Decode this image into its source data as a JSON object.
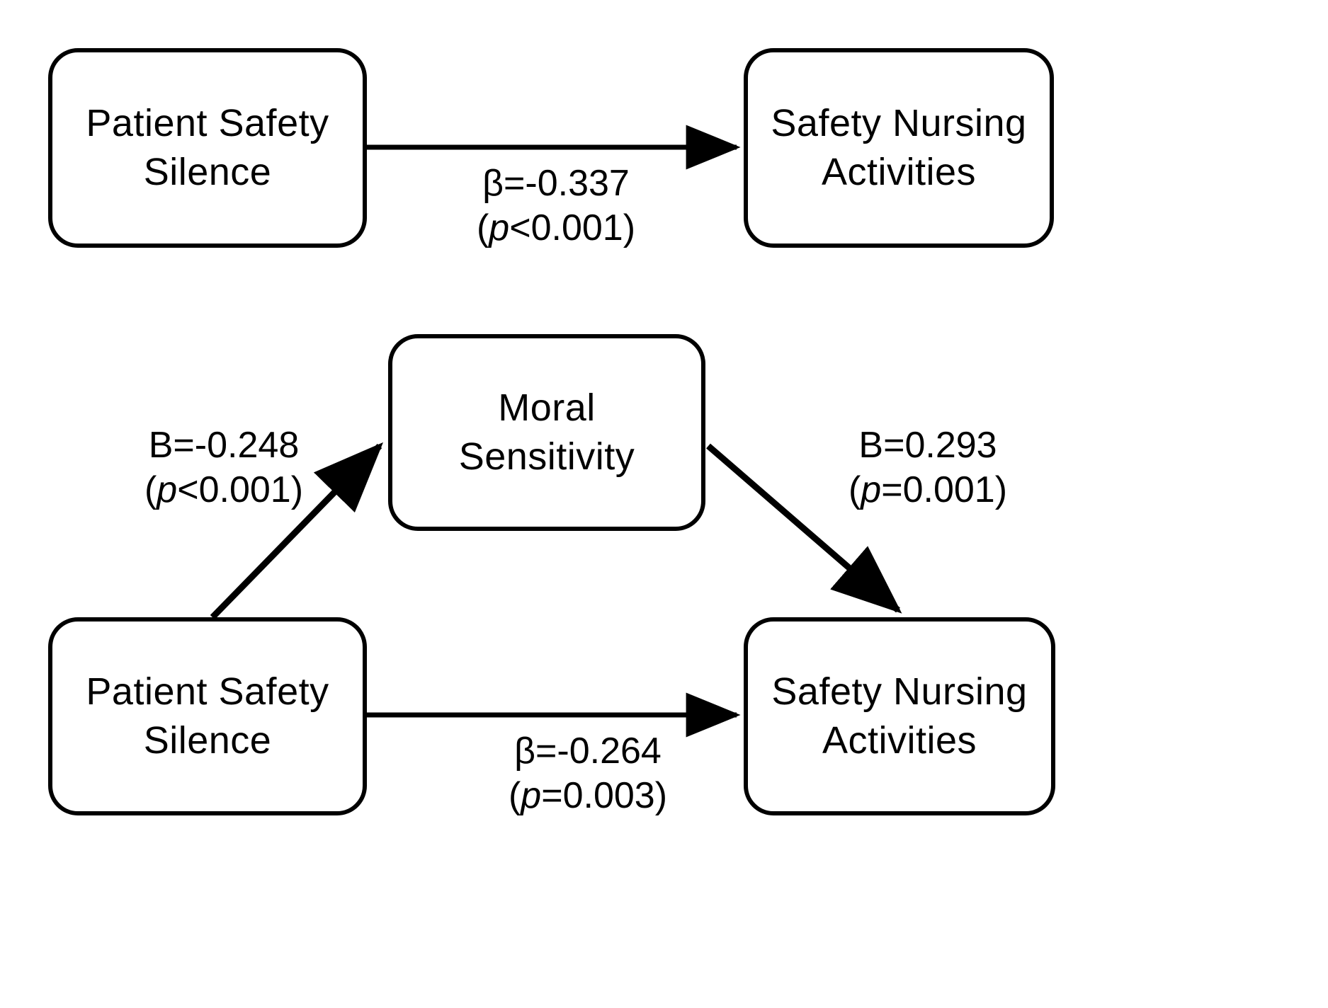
{
  "figure": {
    "type": "path-diagram",
    "description": "Two-panel structural path diagram: total effect model and mediation model"
  },
  "panels": {
    "top": {
      "nodes": {
        "predictor": {
          "label": "Patient Safety\nSilence",
          "line1": "Patient Safety",
          "line2": "Silence"
        },
        "outcome": {
          "label": "Safety Nursing\nActivities",
          "line1": "Safety Nursing",
          "line2": "Activities"
        }
      },
      "edge": {
        "from": "predictor",
        "to": "outcome",
        "coefficient_symbol": "β",
        "coefficient_text": "β=-0.337",
        "coefficient_value": -0.337,
        "p_prefix": "(",
        "p_italic": "p",
        "p_rest": "<0.001)",
        "p_text": "(p<0.001)",
        "arrow": "right"
      }
    },
    "bottom": {
      "nodes": {
        "mediator": {
          "label": "Moral\nSensitivity",
          "line1": "Moral",
          "line2": "Sensitivity"
        },
        "predictor": {
          "label": "Patient Safety\nSilence",
          "line1": "Patient Safety",
          "line2": "Silence"
        },
        "outcome": {
          "label": "Safety Nursing\nActivities",
          "line1": "Safety Nursing",
          "line2": "Activities"
        }
      },
      "edges": {
        "a_path": {
          "from": "predictor",
          "to": "mediator",
          "coefficient_symbol": "B",
          "coefficient_text": "B=-0.248",
          "coefficient_value": -0.248,
          "p_prefix": "(",
          "p_italic": "p",
          "p_rest": "<0.001)",
          "p_text": "(p<0.001)",
          "arrow": "up-right"
        },
        "b_path": {
          "from": "mediator",
          "to": "outcome",
          "coefficient_symbol": "B",
          "coefficient_text": "B=0.293",
          "coefficient_value": 0.293,
          "p_prefix": "(",
          "p_italic": "p",
          "p_rest": "=0.001)",
          "p_text": "(p=0.001)",
          "arrow": "down-right"
        },
        "direct_path": {
          "from": "predictor",
          "to": "outcome",
          "coefficient_symbol": "β",
          "coefficient_text": "β=-0.264",
          "coefficient_value": -0.264,
          "p_prefix": "(",
          "p_italic": "p",
          "p_rest": "=0.003)",
          "p_text": "(p=0.003)",
          "arrow": "right"
        }
      }
    }
  },
  "style": {
    "stroke_color": "#000000",
    "fill_color": "#ffffff",
    "text_color": "#000000"
  }
}
